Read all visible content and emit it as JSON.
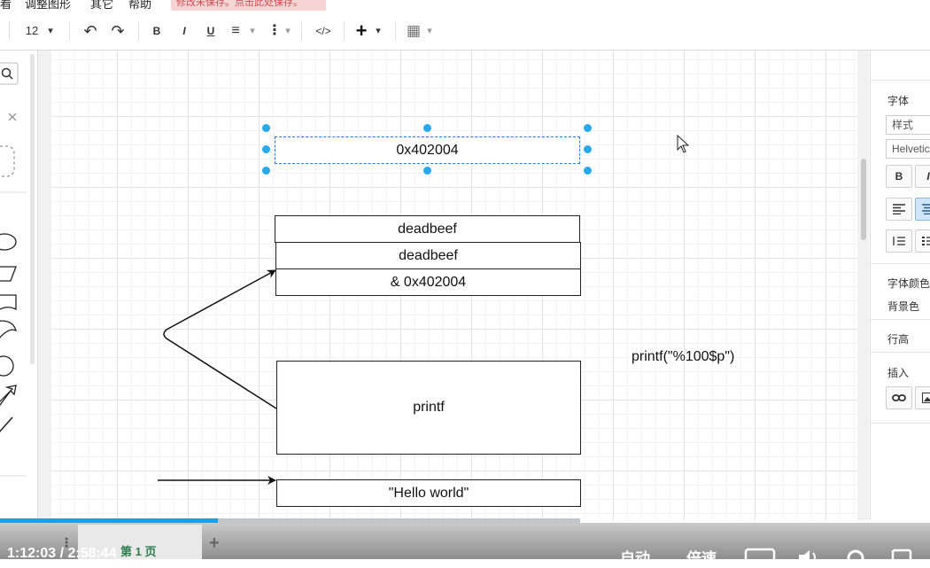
{
  "menubar": {
    "items": [
      "看",
      "调整图形",
      "其它",
      "帮助"
    ],
    "notice": "修改未保存。点击此处保存。"
  },
  "toolbar": {
    "font_size": "12",
    "undo": "↶",
    "redo": "↷",
    "bold": "B",
    "italic": "I",
    "underline": "U",
    "align": "≡",
    "more": "⋮",
    "code": "</>",
    "insert": "+",
    "table": "▦",
    "dropdown": "▾"
  },
  "diagram": {
    "selected_box": "0x402004",
    "stack": [
      "deadbeef",
      "deadbeef",
      "& 0x402004"
    ],
    "printf_box": "printf",
    "hello_box": "\"Hello world\"",
    "annotation": "printf(\"%100$p\")"
  },
  "format_panel": {
    "font_label": "字体",
    "style_placeholder": "样式",
    "font_name": "Helvetica",
    "bold": "B",
    "italic": "I",
    "font_color_label": "字体颜色",
    "background_label": "背景色",
    "line_height_label": "行高",
    "insert_label": "插入"
  },
  "video_player": {
    "time": "1:12:03 / 2:58:44",
    "page_tab": "第 1 页",
    "add_page": "+",
    "auto_label": "自动",
    "speed_label": "倍速",
    "progress": 0.376
  },
  "colors": {
    "accent": "#1f9fe3",
    "handle": "#29a8ec",
    "notice_bg": "#f7d4d4",
    "notice_text": "#c84c4c"
  }
}
